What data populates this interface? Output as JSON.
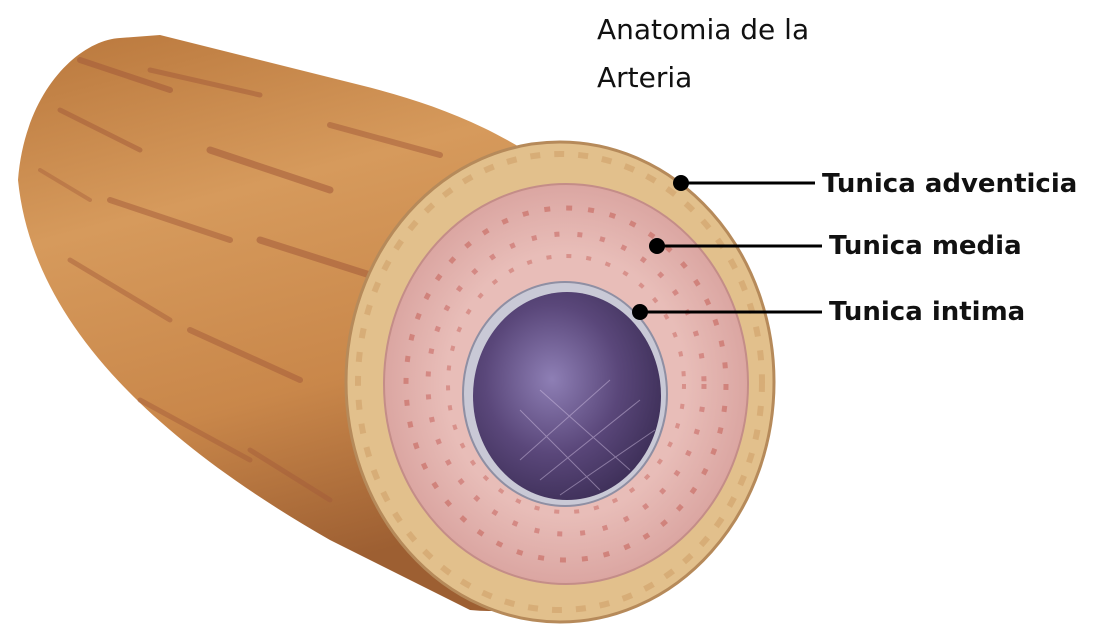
{
  "title": {
    "line1": "Anatomia de la",
    "line2": "Arteria"
  },
  "labels": [
    {
      "id": "adventicia",
      "text": "Tunica adventicia"
    },
    {
      "id": "media",
      "text": "Tunica media"
    },
    {
      "id": "intima",
      "text": "Tunica intima"
    }
  ],
  "colors": {
    "outer_wall": "#c98a4c",
    "adventitia": "#e2c08c",
    "media": "#e3b3b0",
    "intima": "#c9c9d6",
    "lumen": "#5a477a",
    "leader": "#000000"
  }
}
